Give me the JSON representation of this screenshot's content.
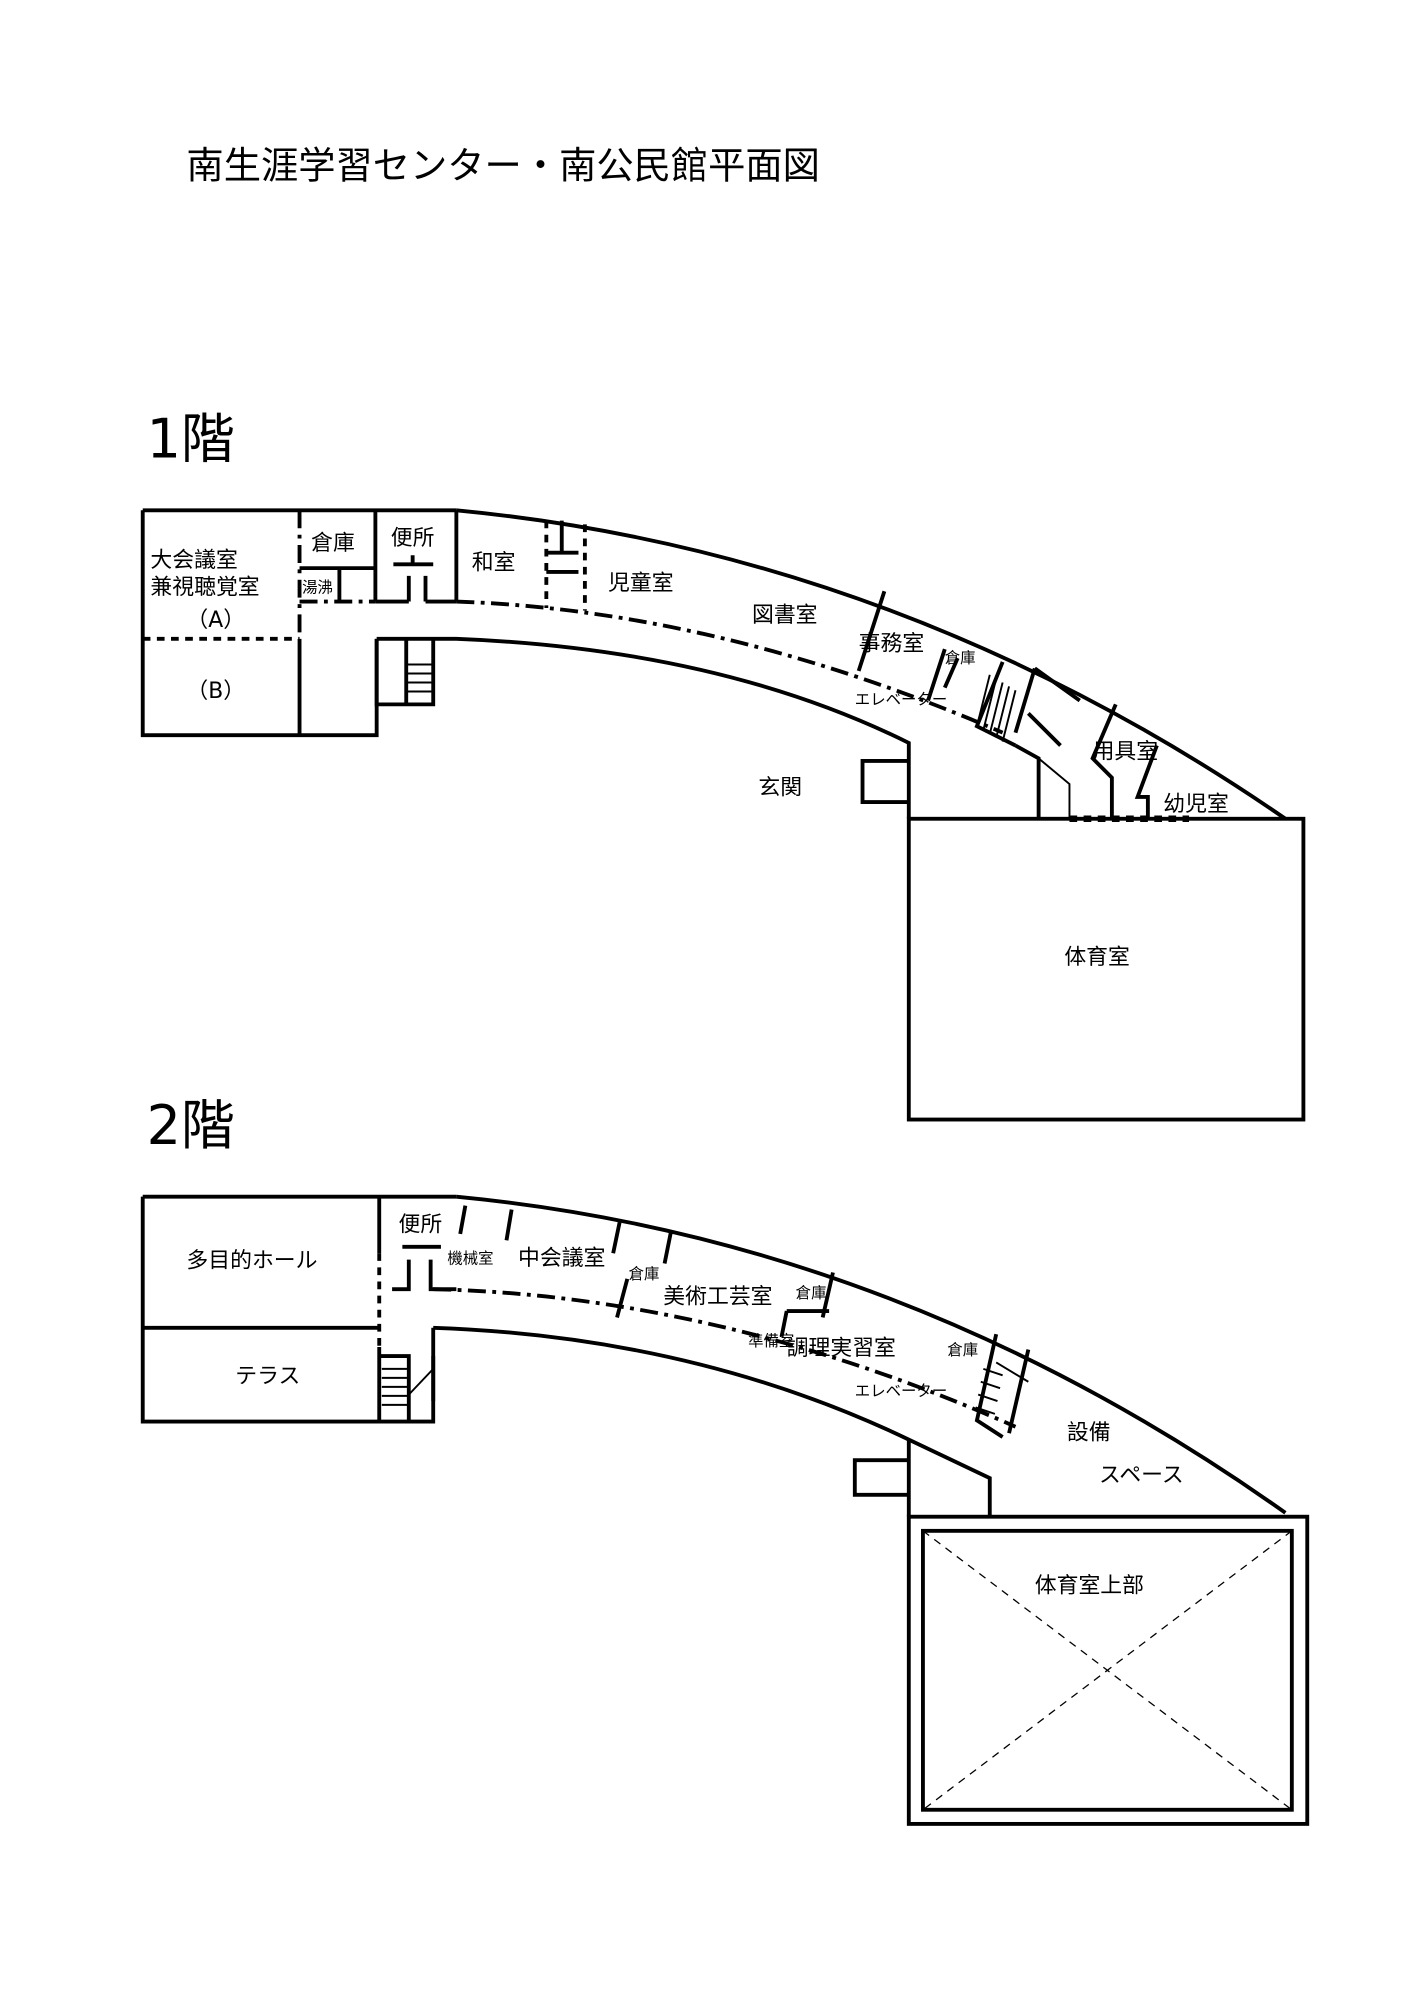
{
  "title": "南生涯学習センター・南公民館平面図",
  "floor1": {
    "label": "1階",
    "rooms": {
      "large_meeting_1": "大会議室",
      "large_meeting_2": "兼視聴覚室",
      "section_a": "（A）",
      "section_b": "（B）",
      "storage_a": "倉庫",
      "kitchenette": "湯沸",
      "toilet": "便所",
      "japanese_room": "和室",
      "children_room": "児童室",
      "library": "図書室",
      "office": "事務室",
      "storage_b": "倉庫",
      "elevator": "エレベーター",
      "entrance": "玄関",
      "equipment_room": "用具室",
      "infant_room": "幼児室",
      "gym": "体育室"
    }
  },
  "floor2": {
    "label": "2階",
    "rooms": {
      "multipurpose_hall": "多目的ホール",
      "terrace": "テラス",
      "toilet": "便所",
      "machine_room": "機械室",
      "medium_meeting": "中会議室",
      "storage_a": "倉庫",
      "arts_crafts": "美術工芸室",
      "storage_b": "倉庫",
      "prep_room": "準備室",
      "cooking_room": "調理実習室",
      "storage_c": "倉庫",
      "elevator": "エレベーター",
      "facility_1": "設備",
      "facility_2": "スペース",
      "gym_upper": "体育室上部"
    }
  }
}
